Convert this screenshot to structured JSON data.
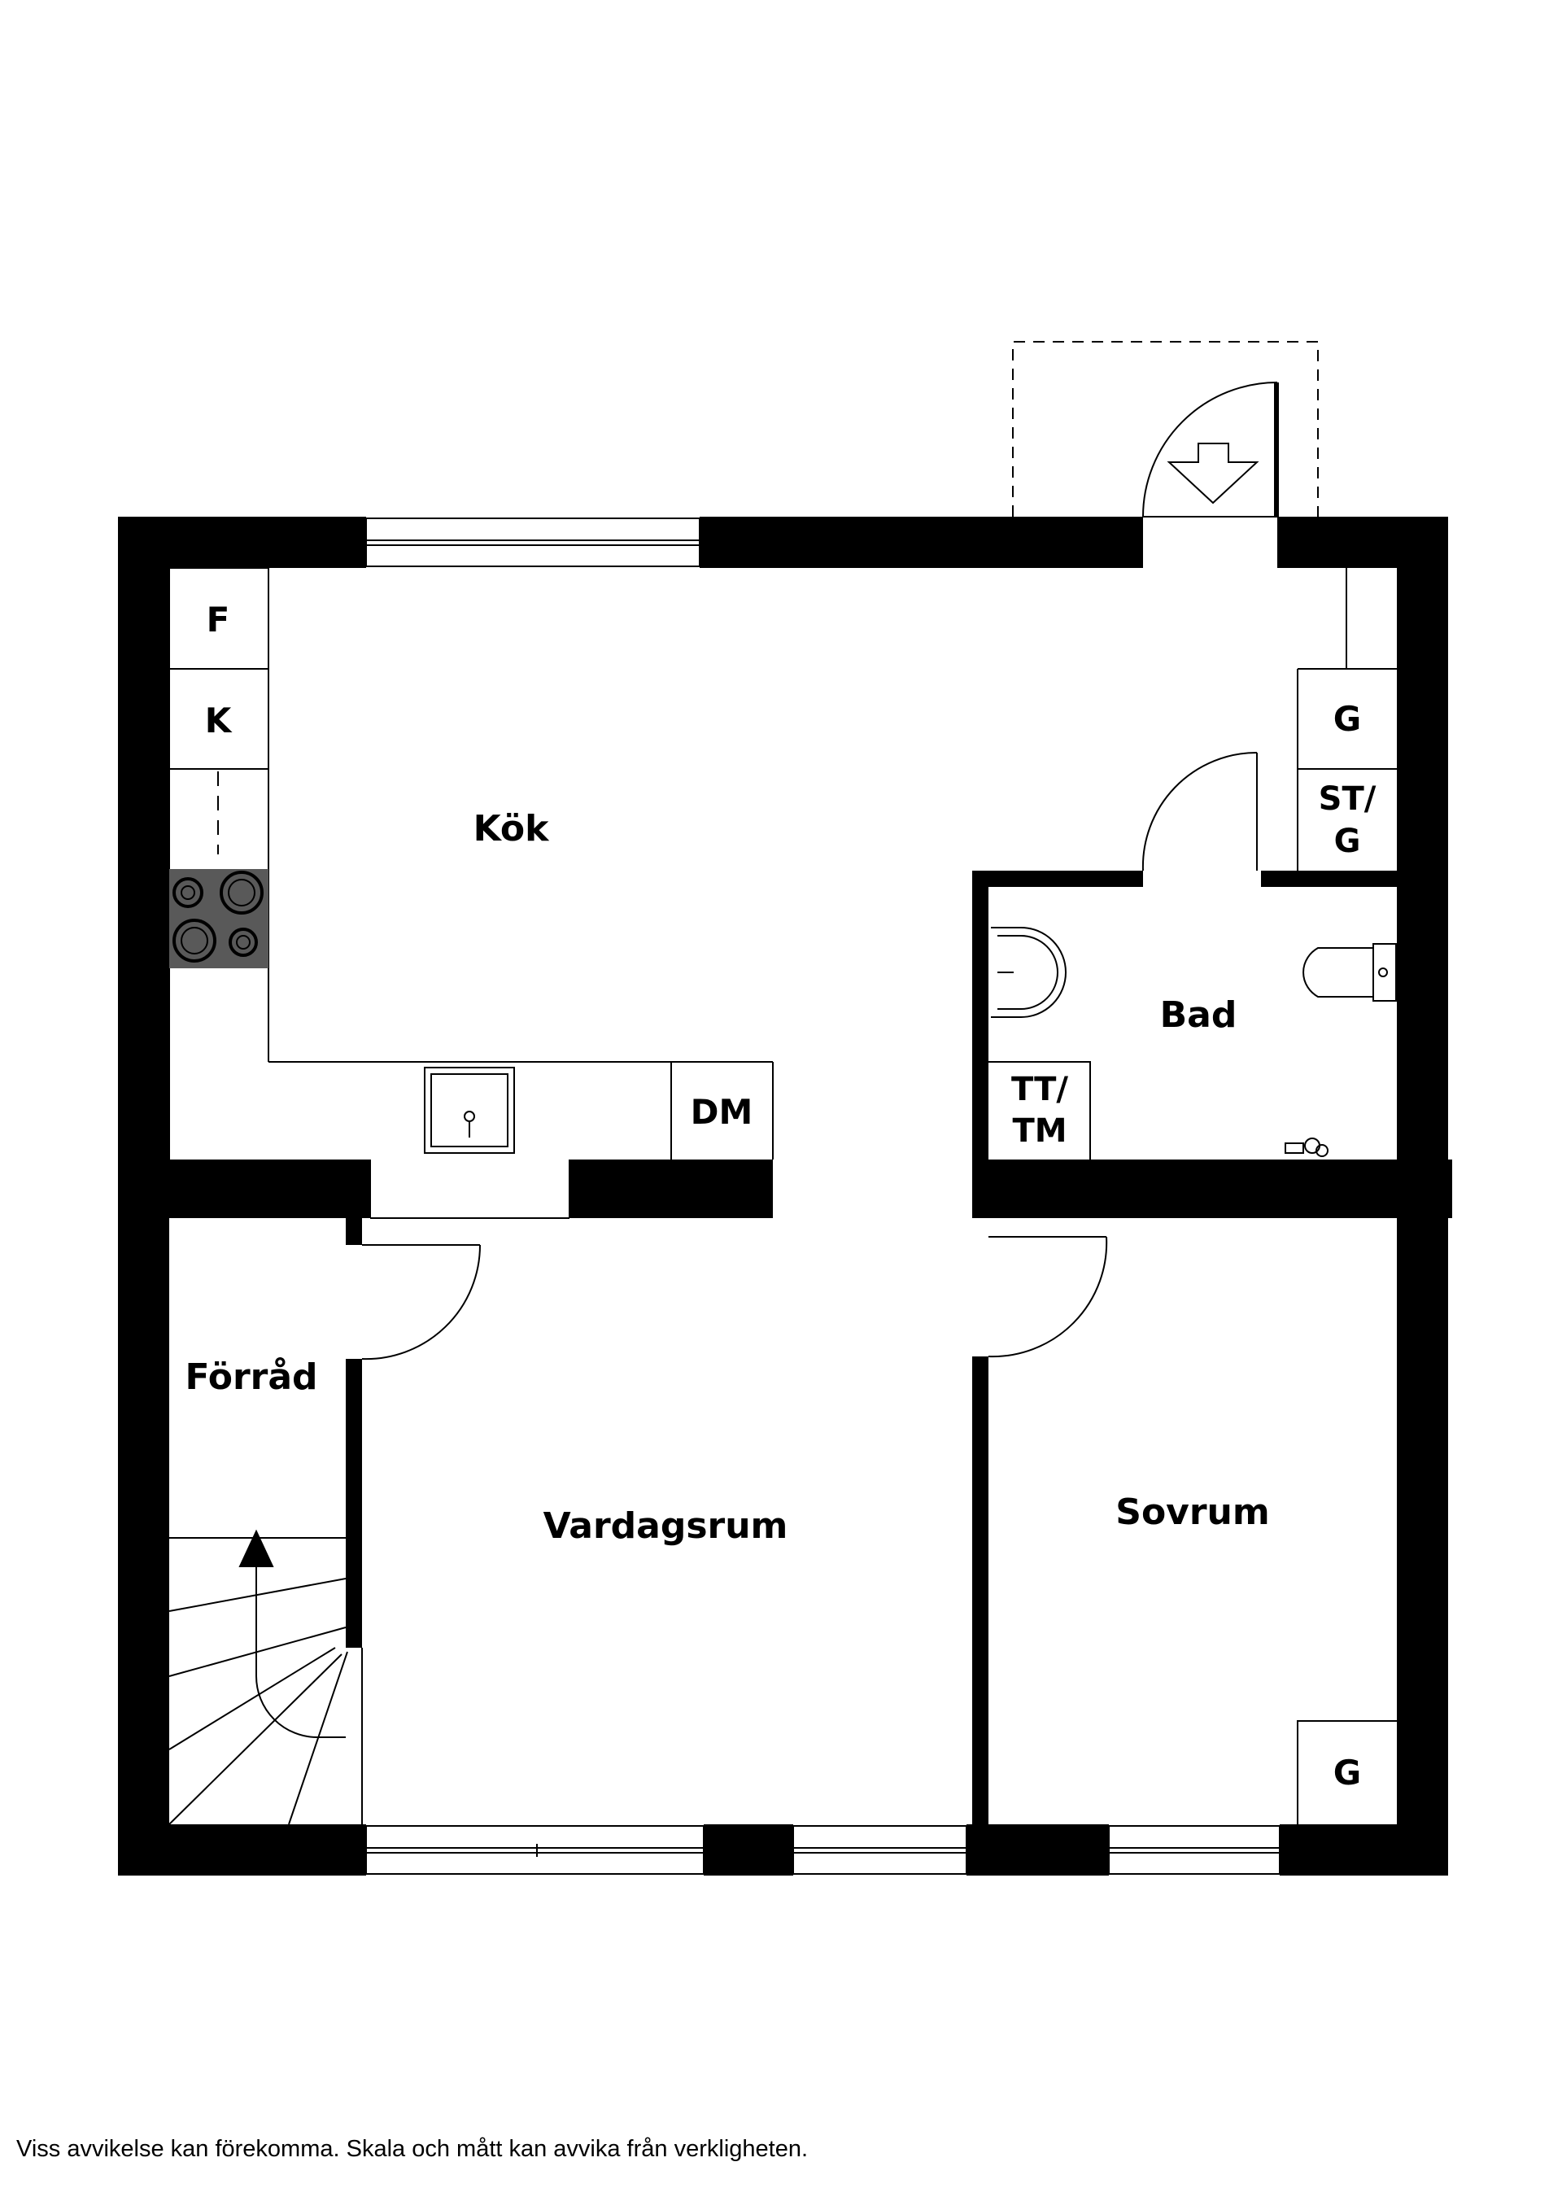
{
  "rooms": {
    "kok": "Kök",
    "bad": "Bad",
    "forrad": "Förråd",
    "vardagsrum": "Vardagsrum",
    "sovrum": "Sovrum"
  },
  "fixtures": {
    "f": "F",
    "k": "K",
    "dm": "DM",
    "g_hall": "G",
    "st_line1": "ST/",
    "st_line2": "G",
    "tt_line1": "TT/",
    "tt_line2": "TM",
    "g_sovrum": "G"
  },
  "disclaimer": "Viss avvikelse kan förekomma. Skala och mått kan avvika från verkligheten."
}
